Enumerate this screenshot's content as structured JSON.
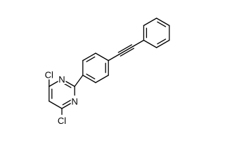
{
  "molecule": {
    "labels": {
      "cl_top": "Cl",
      "cl_bottom": "Cl",
      "n_upper": "N",
      "n_lower": "N"
    },
    "colors": {
      "background": "#ffffff",
      "bond": "#000000",
      "label": "#000000"
    }
  }
}
